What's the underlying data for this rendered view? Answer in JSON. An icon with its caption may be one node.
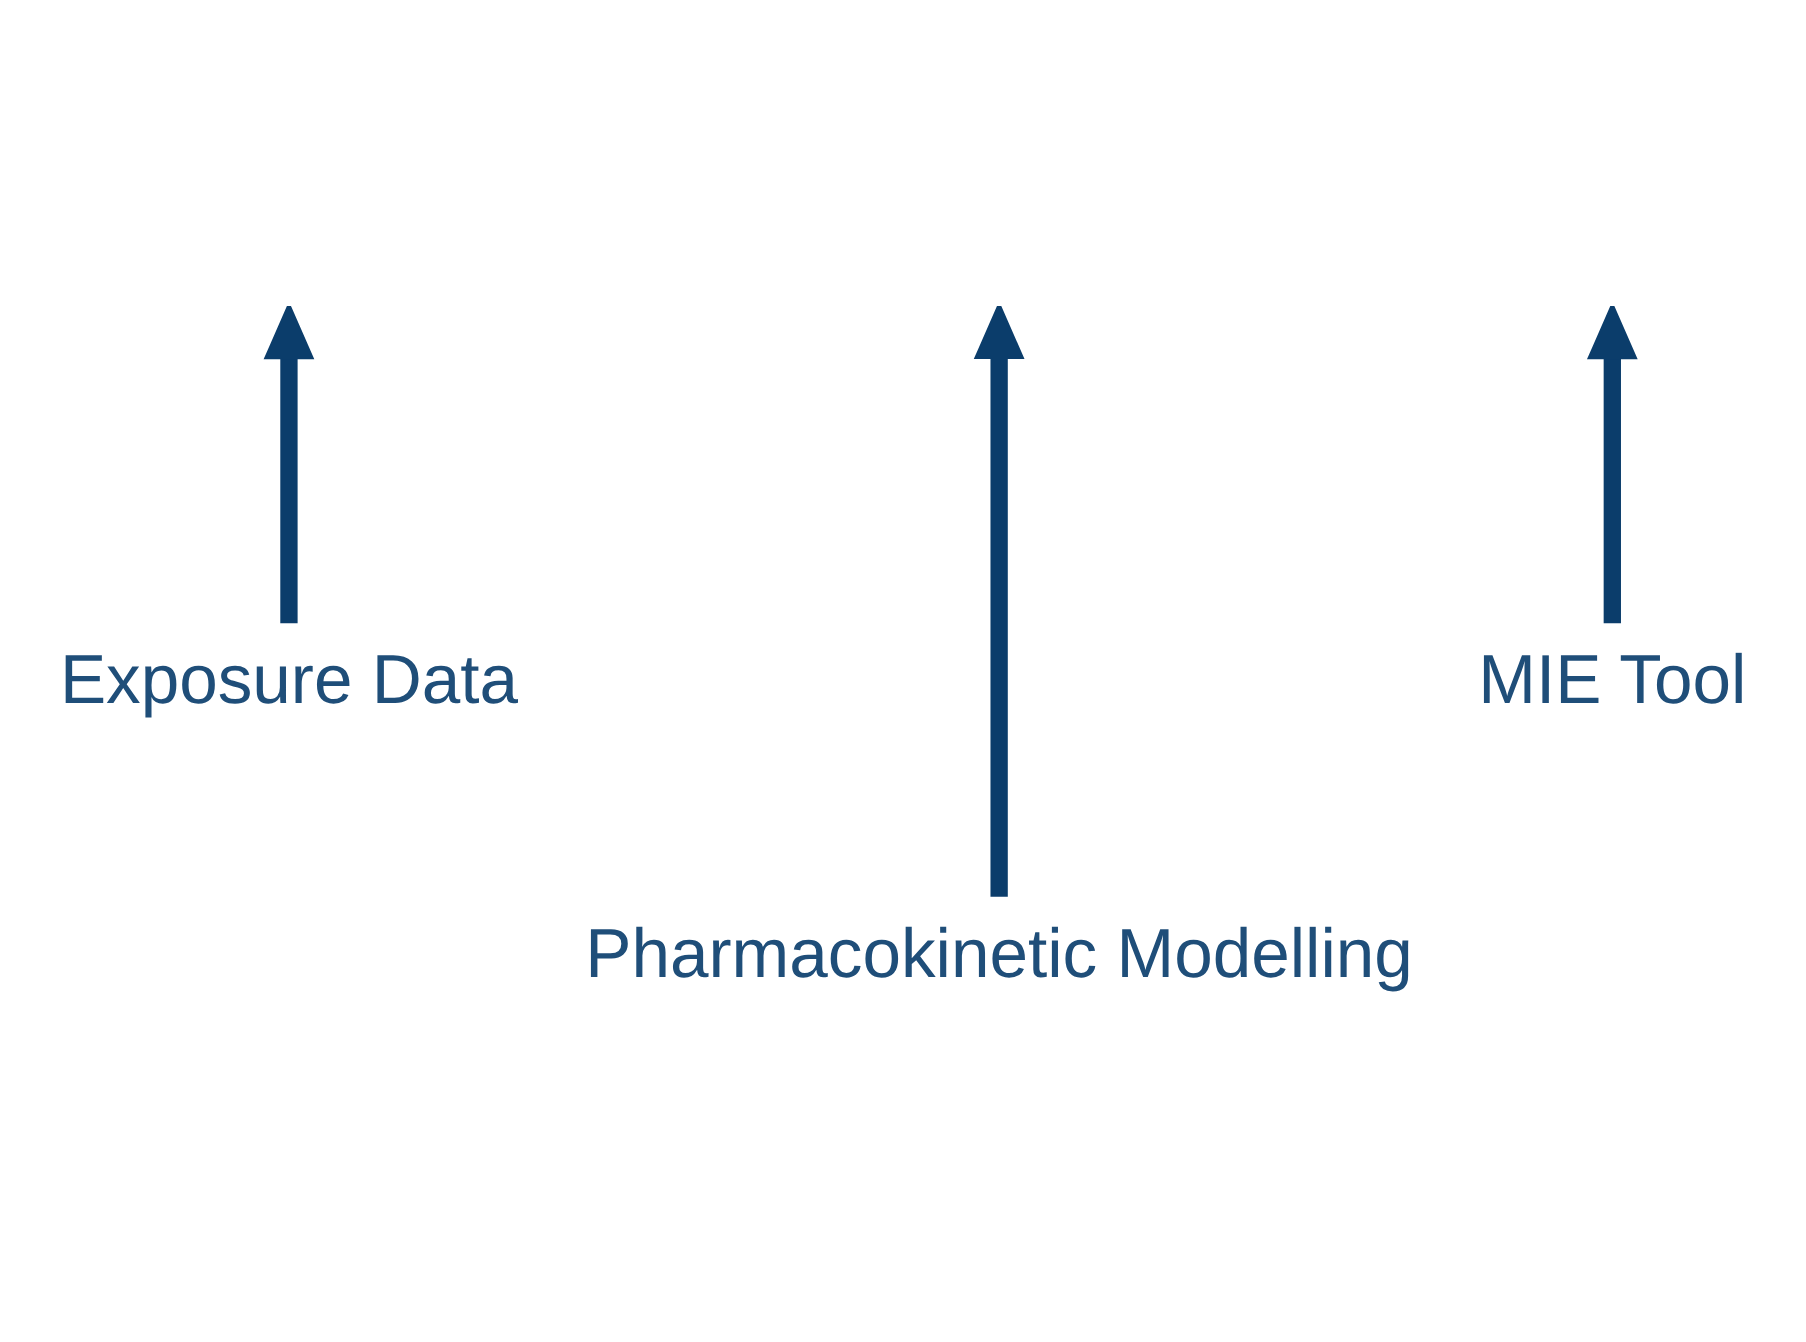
{
  "diagram": {
    "nodes": [
      {
        "text": [
          "Exposure Data"
        ]
      },
      {
        "text": [
          "Pharmacokinetic Modelling"
        ]
      },
      {
        "text": [
          "MIE Tool"
        ]
      }
    ],
    "edges": [
      {
        "from": 0,
        "to": null,
        "arrow": "to"
      },
      {
        "from": 1,
        "to": null,
        "arrow": "to"
      },
      {
        "from": 2,
        "to": null,
        "arrow": "to"
      }
    ]
  }
}
